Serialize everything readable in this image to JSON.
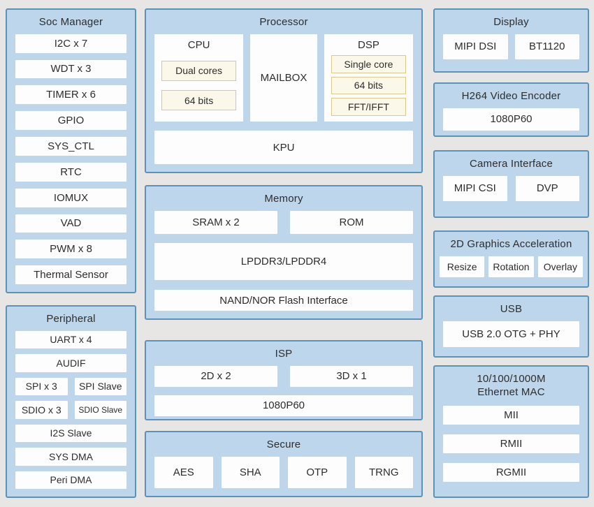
{
  "colors": {
    "page_bg": "#e7e6e4",
    "block_bg": "#bdd6ec",
    "block_border": "#5d92b8",
    "box_bg": "#fdfdfd",
    "tag_bg": "#fbf8e9",
    "tag_border": "#d8c98e",
    "text": "#2d2d2d"
  },
  "soc_manager": {
    "title": "Soc Manager",
    "items": [
      "I2C x 7",
      "WDT x 3",
      "TIMER x 6",
      "GPIO",
      "SYS_CTL",
      "RTC",
      "IOMUX",
      "VAD",
      "PWM x 8",
      "Thermal Sensor"
    ]
  },
  "peripheral": {
    "title": "Peripheral",
    "items_top": [
      "UART x 4",
      "AUDIF"
    ],
    "split": [
      [
        "SPI x 3",
        "SPI Slave"
      ],
      [
        "SDIO x 3",
        "SDIO Slave"
      ]
    ],
    "items_bottom": [
      "I2S Slave",
      "SYS DMA",
      "Peri DMA"
    ]
  },
  "processor": {
    "title": "Processor",
    "cpu": {
      "title": "CPU",
      "tags": [
        "Dual cores",
        "64 bits"
      ]
    },
    "mailbox_label": "MAILBOX",
    "dsp": {
      "title": "DSP",
      "tags": [
        "Single core",
        "64 bits",
        "FFT/IFFT"
      ]
    },
    "kpu_label": "KPU"
  },
  "memory": {
    "title": "Memory",
    "row": [
      "SRAM x 2",
      "ROM"
    ],
    "lpddr_label": "LPDDR3/LPDDR4",
    "flash_label": "NAND/NOR Flash Interface"
  },
  "isp": {
    "title": "ISP",
    "row": [
      "2D x 2",
      "3D x 1"
    ],
    "resolution_label": "1080P60"
  },
  "secure": {
    "title": "Secure",
    "row": [
      "AES",
      "SHA",
      "OTP",
      "TRNG"
    ]
  },
  "display": {
    "title": "Display",
    "row": [
      "MIPI DSI",
      "BT1120"
    ]
  },
  "h264_encoder": {
    "title": "H264 Video Encoder",
    "resolution_label": "1080P60"
  },
  "camera_interface": {
    "title": "Camera Interface",
    "row": [
      "MIPI CSI",
      "DVP"
    ]
  },
  "graphics_2d": {
    "title": "2D Graphics Acceleration",
    "row": [
      "Resize",
      "Rotation",
      "Overlay"
    ]
  },
  "usb": {
    "title": "USB",
    "box_label": "USB 2.0 OTG + PHY"
  },
  "ethernet": {
    "title_line1": "10/100/1000M",
    "title_line2": "Ethernet MAC",
    "items": [
      "MII",
      "RMII",
      "RGMII"
    ]
  }
}
